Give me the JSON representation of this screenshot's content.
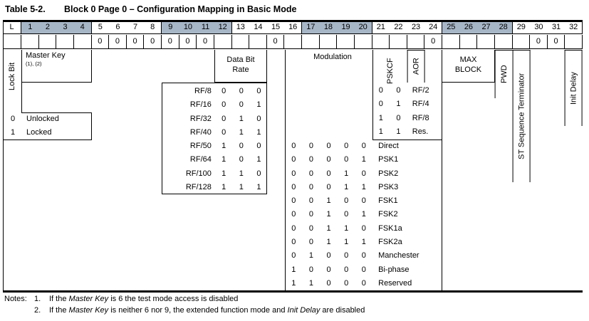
{
  "title": {
    "label": "Table 5-2.",
    "caption": "Block 0 Page 0 – Configuration Mapping in Basic Mode"
  },
  "header": {
    "lock_label": "L",
    "columns": [
      {
        "bit": "1",
        "shaded": true,
        "value": ""
      },
      {
        "bit": "2",
        "shaded": true,
        "value": ""
      },
      {
        "bit": "3",
        "shaded": true,
        "value": ""
      },
      {
        "bit": "4",
        "shaded": true,
        "value": ""
      },
      {
        "bit": "5",
        "shaded": false,
        "value": "0"
      },
      {
        "bit": "6",
        "shaded": false,
        "value": "0"
      },
      {
        "bit": "7",
        "shaded": false,
        "value": "0"
      },
      {
        "bit": "8",
        "shaded": false,
        "value": "0"
      },
      {
        "bit": "9",
        "shaded": true,
        "value": "0"
      },
      {
        "bit": "10",
        "shaded": true,
        "value": "0"
      },
      {
        "bit": "11",
        "shaded": true,
        "value": "0"
      },
      {
        "bit": "12",
        "shaded": true,
        "value": ""
      },
      {
        "bit": "13",
        "shaded": false,
        "value": ""
      },
      {
        "bit": "14",
        "shaded": false,
        "value": ""
      },
      {
        "bit": "15",
        "shaded": false,
        "value": "0"
      },
      {
        "bit": "16",
        "shaded": false,
        "value": ""
      },
      {
        "bit": "17",
        "shaded": true,
        "value": ""
      },
      {
        "bit": "18",
        "shaded": true,
        "value": ""
      },
      {
        "bit": "19",
        "shaded": true,
        "value": ""
      },
      {
        "bit": "20",
        "shaded": true,
        "value": ""
      },
      {
        "bit": "21",
        "shaded": false,
        "value": ""
      },
      {
        "bit": "22",
        "shaded": false,
        "value": ""
      },
      {
        "bit": "23",
        "shaded": false,
        "value": ""
      },
      {
        "bit": "24",
        "shaded": false,
        "value": "0"
      },
      {
        "bit": "25",
        "shaded": true,
        "value": ""
      },
      {
        "bit": "26",
        "shaded": true,
        "value": ""
      },
      {
        "bit": "27",
        "shaded": true,
        "value": ""
      },
      {
        "bit": "28",
        "shaded": true,
        "value": ""
      },
      {
        "bit": "29",
        "shaded": false,
        "value": ""
      },
      {
        "bit": "30",
        "shaded": false,
        "value": "0"
      },
      {
        "bit": "31",
        "shaded": false,
        "value": "0"
      },
      {
        "bit": "32",
        "shaded": false,
        "value": ""
      }
    ],
    "shading_color": "#a7b6c6"
  },
  "lock_bit": {
    "label": "Lock Bit",
    "legend": [
      {
        "value": "0",
        "label": "Unlocked"
      },
      {
        "value": "1",
        "label": "Locked"
      }
    ]
  },
  "master_key": {
    "label": "Master Key",
    "note": "(1), (2)"
  },
  "data_bit_rate": {
    "label": "Data Bit\nRate",
    "rows": [
      {
        "label": "RF/8",
        "bits": [
          "0",
          "0",
          "0"
        ]
      },
      {
        "label": "RF/16",
        "bits": [
          "0",
          "0",
          "1"
        ]
      },
      {
        "label": "RF/32",
        "bits": [
          "0",
          "1",
          "0"
        ]
      },
      {
        "label": "RF/40",
        "bits": [
          "0",
          "1",
          "1"
        ]
      },
      {
        "label": "RF/50",
        "bits": [
          "1",
          "0",
          "0"
        ]
      },
      {
        "label": "RF/64",
        "bits": [
          "1",
          "0",
          "1"
        ]
      },
      {
        "label": "RF/100",
        "bits": [
          "1",
          "1",
          "0"
        ]
      },
      {
        "label": "RF/128",
        "bits": [
          "1",
          "1",
          "1"
        ]
      }
    ]
  },
  "modulation": {
    "label": "Modulation",
    "rows": [
      {
        "bits": [
          "0",
          "0",
          "0",
          "0",
          "0"
        ],
        "label": "Direct"
      },
      {
        "bits": [
          "0",
          "0",
          "0",
          "0",
          "1"
        ],
        "label": "PSK1"
      },
      {
        "bits": [
          "0",
          "0",
          "0",
          "1",
          "0"
        ],
        "label": "PSK2"
      },
      {
        "bits": [
          "0",
          "0",
          "0",
          "1",
          "1"
        ],
        "label": "PSK3"
      },
      {
        "bits": [
          "0",
          "0",
          "1",
          "0",
          "0"
        ],
        "label": "FSK1"
      },
      {
        "bits": [
          "0",
          "0",
          "1",
          "0",
          "1"
        ],
        "label": "FSK2"
      },
      {
        "bits": [
          "0",
          "0",
          "1",
          "1",
          "0"
        ],
        "label": "FSK1a"
      },
      {
        "bits": [
          "0",
          "0",
          "1",
          "1",
          "1"
        ],
        "label": "FSK2a"
      },
      {
        "bits": [
          "0",
          "1",
          "0",
          "0",
          "0"
        ],
        "label": "Manchester"
      },
      {
        "bits": [
          "1",
          "0",
          "0",
          "0",
          "0"
        ],
        "label": "Bi-phase"
      },
      {
        "bits": [
          "1",
          "1",
          "0",
          "0",
          "0"
        ],
        "label": "Reserved"
      }
    ]
  },
  "pskcf": {
    "label": "PSKCF",
    "rows": [
      {
        "bits": [
          "0",
          "0"
        ],
        "label": "RF/2"
      },
      {
        "bits": [
          "0",
          "1"
        ],
        "label": "RF/4"
      },
      {
        "bits": [
          "1",
          "0"
        ],
        "label": "RF/8"
      },
      {
        "bits": [
          "1",
          "1"
        ],
        "label": "Res."
      }
    ]
  },
  "aor": {
    "label": "AOR"
  },
  "max_block": {
    "label": "MAX\nBLOCK"
  },
  "pwd": {
    "label": "PWD"
  },
  "st_terminator": {
    "label": "ST Sequence Terminator"
  },
  "init_delay": {
    "label": "Init Delay"
  },
  "notes": {
    "label": "Notes:",
    "items": [
      {
        "num": "1.",
        "segments": [
          {
            "text": "If the ",
            "italic": false
          },
          {
            "text": "Master Key",
            "italic": true
          },
          {
            "text": " is 6 the test mode access is disabled",
            "italic": false
          }
        ]
      },
      {
        "num": "2.",
        "segments": [
          {
            "text": "If the ",
            "italic": false
          },
          {
            "text": "Master Key",
            "italic": true
          },
          {
            "text": " is neither 6 nor 9, the extended function mode and ",
            "italic": false
          },
          {
            "text": "Init Delay",
            "italic": true
          },
          {
            "text": " are disabled",
            "italic": false
          }
        ]
      }
    ]
  }
}
